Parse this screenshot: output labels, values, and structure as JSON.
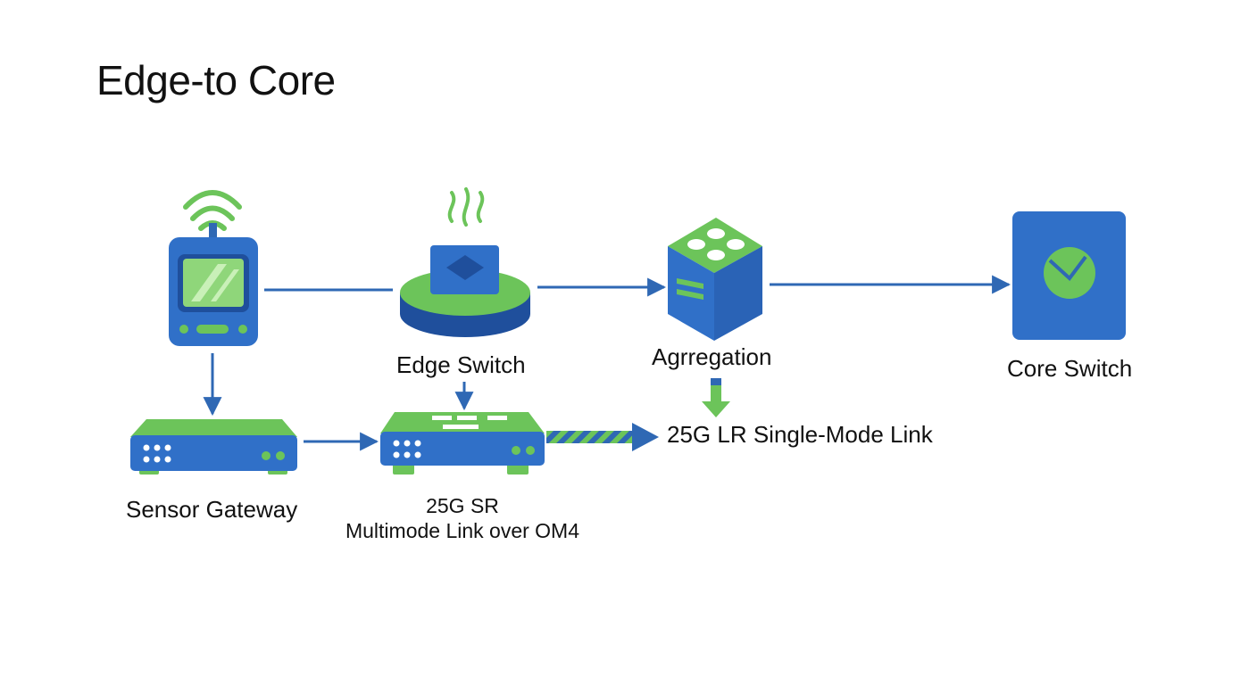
{
  "title": "Edge-to Core",
  "nodes": {
    "edge_switch": {
      "label": "Edge Switch",
      "icon": "switch-platform-icon"
    },
    "aggregation": {
      "label": "Agrregation",
      "icon": "aggregation-cube-icon"
    },
    "core_switch": {
      "label": "Core Switch",
      "icon": "core-switch-icon"
    },
    "sensor_gateway": {
      "label": "Sensor Gateway",
      "icon": "gateway-device-icon"
    },
    "wireless_sensor": {
      "icon": "wireless-sensor-icon"
    },
    "edge_device": {
      "icon": "network-switch-icon"
    }
  },
  "links": {
    "sr_link": {
      "line1": "25G SR",
      "line2": "Multimode Link over OM4"
    },
    "lr_link": {
      "label": "25G LR Single-Mode Link"
    }
  },
  "colors": {
    "blue": "#3070c8",
    "green": "#6cc45a",
    "dark_blue": "#1f4f9c",
    "line": "#2f68b4"
  }
}
